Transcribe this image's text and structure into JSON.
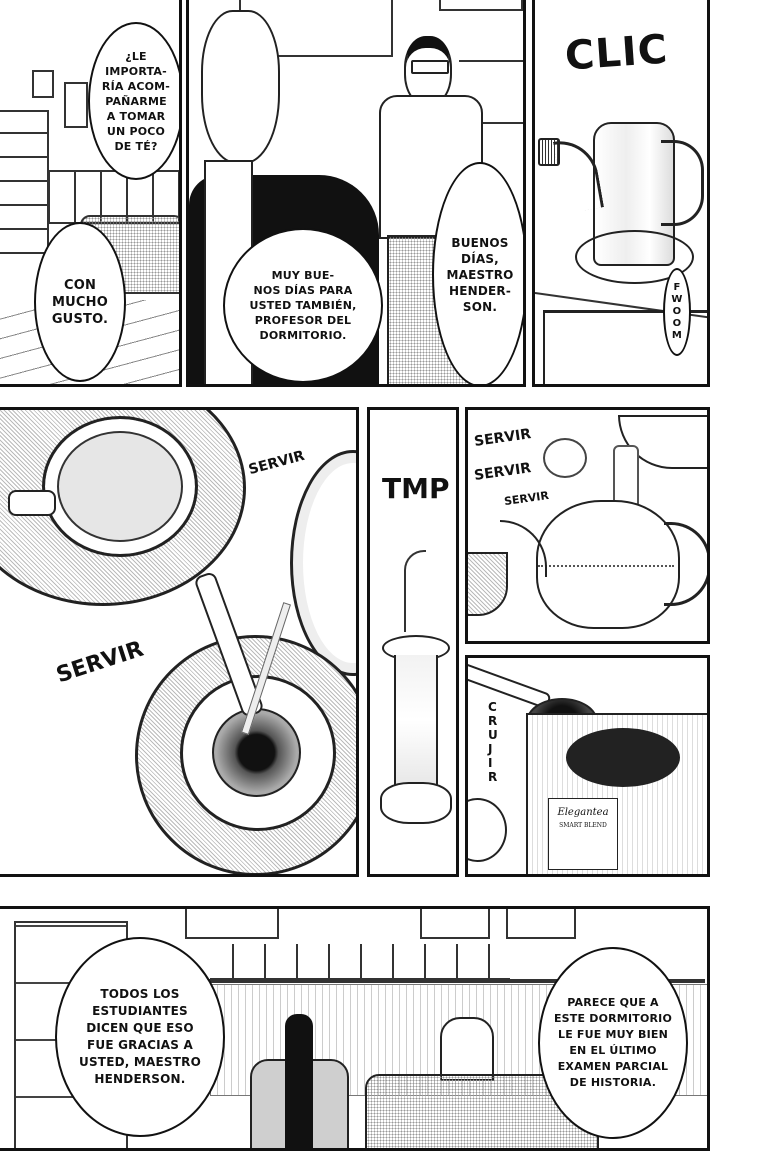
{
  "page": {
    "type": "manga-page",
    "language": "es",
    "rows": 3
  },
  "panels": [
    {
      "id": "panel-1",
      "description": "Office with bookshelves and sofa",
      "bubbles": [
        {
          "text": "¿LE\nIMPORTA-\nRÍA ACOM-\nPAÑARME\nA TOMAR\nUN POCO\nDE TÉ?"
        },
        {
          "text": "CON\nMUCHO\nGUSTO."
        }
      ]
    },
    {
      "id": "panel-2",
      "description": "Tall elderly man in suit, smiling man with glasses behind",
      "bubbles": [
        {
          "text": "MUY BUE-\nNOS DÍAS PARA\nUSTED TAMBIÉN,\nPROFESOR DEL\nDORMITORIO."
        },
        {
          "text": "BUENOS\nDÍAS,\nMAESTRO\nHENDER-\nSON."
        }
      ]
    },
    {
      "id": "panel-3",
      "description": "Kettle on electric stove",
      "sfx": [
        {
          "text": "CLIC"
        },
        {
          "text": "F\nW\nO\nO\nM"
        }
      ]
    },
    {
      "id": "panel-4",
      "description": "Tea cups on ornate saucers, tea being poured through strainer",
      "sfx": [
        {
          "text": "SERVIR"
        },
        {
          "text": "SERVIR"
        }
      ]
    },
    {
      "id": "panel-5",
      "description": "Hourglass timer",
      "sfx": [
        {
          "text": "TMP"
        }
      ]
    },
    {
      "id": "panel-6",
      "description": "Hot water poured into teapot",
      "sfx": [
        {
          "text": "SERVIR"
        },
        {
          "text": "SERVIR"
        },
        {
          "text": "SERVIR"
        }
      ]
    },
    {
      "id": "panel-7",
      "description": "Spoon scooping tea leaves from tin",
      "sfx": [
        {
          "text": "C\nR\nU\nJ\nI\nR"
        }
      ],
      "tin_label": {
        "brand": "Elegantea",
        "product": "SMART BLEND"
      }
    },
    {
      "id": "panel-8",
      "description": "Two men seated in armchairs in office",
      "bubbles": [
        {
          "text": "TODOS LOS\nESTUDIANTES\nDICEN QUE ESO\nFUE GRACIAS A\nUSTED, MAESTRO\nHENDERSON."
        },
        {
          "text": "PARECE QUE A\nESTE DORMITORIO\nLE FUE MUY BIEN\nEN EL ÚLTIMO\nEXAMEN PARCIAL\nDE HISTORIA."
        }
      ]
    }
  ]
}
